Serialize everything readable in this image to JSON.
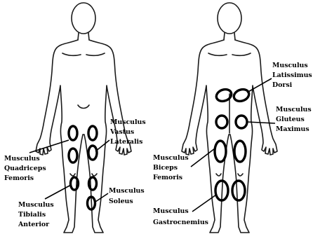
{
  "front_labels": {
    "quadriceps": [
      "Musculus",
      "Quadriceps",
      "Femoris"
    ],
    "vastus": [
      "Musculus",
      "Vastus",
      "Lateralis"
    ],
    "tibialis": [
      "Musculus",
      "Tibialis",
      "Anterior"
    ],
    "soleus": [
      "Musculus",
      "Soleus"
    ]
  },
  "back_labels": {
    "latissimus": [
      "Musculus",
      "Latissimus",
      "Dorsi"
    ],
    "gluteus": [
      "Musculus",
      "Gluteus",
      "Maximus"
    ],
    "biceps": [
      "Musculus",
      "Biceps",
      "Femoris"
    ],
    "gastrocnemius": [
      "Musculus",
      "Gastrocnemius"
    ]
  }
}
